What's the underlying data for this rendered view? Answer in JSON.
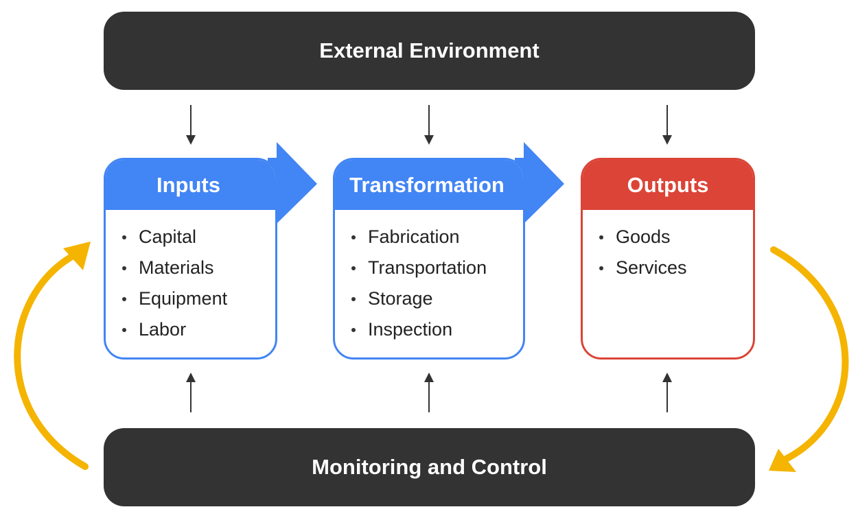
{
  "top_bar": {
    "label": "External Environment"
  },
  "bottom_bar": {
    "label": "Monitoring and Control"
  },
  "stages": [
    {
      "title": "Inputs",
      "items": [
        "Capital",
        "Materials",
        "Equipment",
        "Labor"
      ]
    },
    {
      "title": "Transformation",
      "items": [
        "Fabrication",
        "Transportation",
        "Storage",
        "Inspection"
      ]
    },
    {
      "title": "Outputs",
      "items": [
        "Goods",
        "Services"
      ]
    }
  ],
  "colors": {
    "bar": "#333333",
    "stage_blue": "#4285f4",
    "stage_red": "#db4437",
    "feedback_arrow": "#f4b400"
  }
}
